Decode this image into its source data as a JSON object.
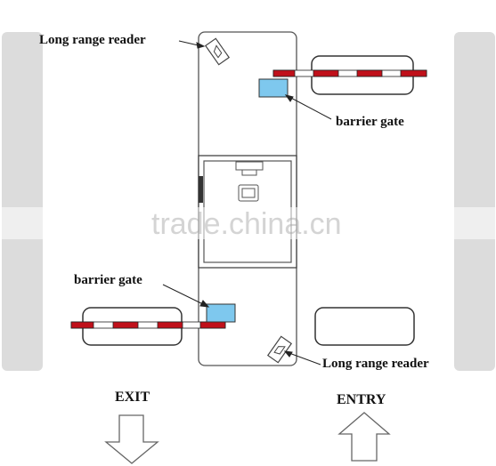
{
  "labels": {
    "reader_top": "Long range reader",
    "reader_bottom": "Long range reader",
    "gate_top": "barrier gate",
    "gate_bottom": "barrier gate",
    "exit": "EXIT",
    "entry": "ENTRY"
  },
  "watermark": "trade.china.cn",
  "colors": {
    "lane": "#dcdcdc",
    "outline": "#555555",
    "barrier_red": "#c0101a",
    "gate_box": "#7ec8ee"
  }
}
